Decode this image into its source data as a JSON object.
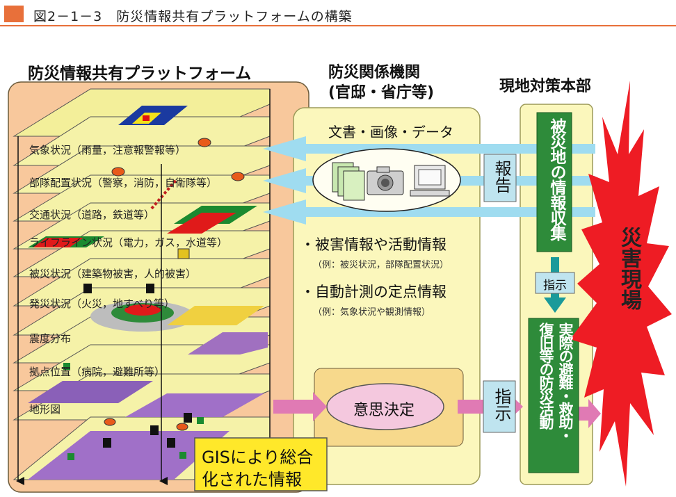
{
  "header": {
    "figure_title": "図2－1－3　防災情報共有プラットフォームの構築"
  },
  "platform": {
    "heading": "防災情報共有プラットフォーム",
    "layers": [
      "気象状況（雨量，注意報警報等）",
      "部隊配置状況（警察，消防，自衛隊等）",
      "交通状況（道路，鉄道等）",
      "ライフライン状況（電力，ガス，水道等）",
      "被災状況（建築物被害，人的被害）",
      "発災状況（火災，地すべり等）",
      "震度分布",
      "拠点位置（病院，避難所等）",
      "地形図"
    ],
    "gis_label": [
      "GISにより総合",
      "化された情報"
    ]
  },
  "agency": {
    "heading": [
      "防災関係機関",
      "(官邸・省庁等)"
    ],
    "data_label": "文書・画像・データ",
    "info1": "・被害情報や活動情報",
    "info1_example": "（例：被災状況，部隊配置状況）",
    "info2": "・自動計測の定点情報",
    "info2_example": "（例：気象状況や観測情報）",
    "decision": "意思決定"
  },
  "report_label": "報告",
  "instruct_label": "指示",
  "hq": {
    "heading": "現地対策本部",
    "collect": "被災地の情報収集",
    "instruct": "指示",
    "activities": [
      "実際の避難・救助・",
      "復旧等の防災活動"
    ]
  },
  "disaster_site": "災害現場",
  "colors": {
    "accent": "#e8703a",
    "orange_panel": "#f8c89c",
    "cream_panel": "#fbf7bc",
    "green": "#2e8b3a",
    "arrow_blue": "#9fdcf0",
    "arrow_pink": "#e07ab4",
    "red_burst": "#ee1c24"
  }
}
